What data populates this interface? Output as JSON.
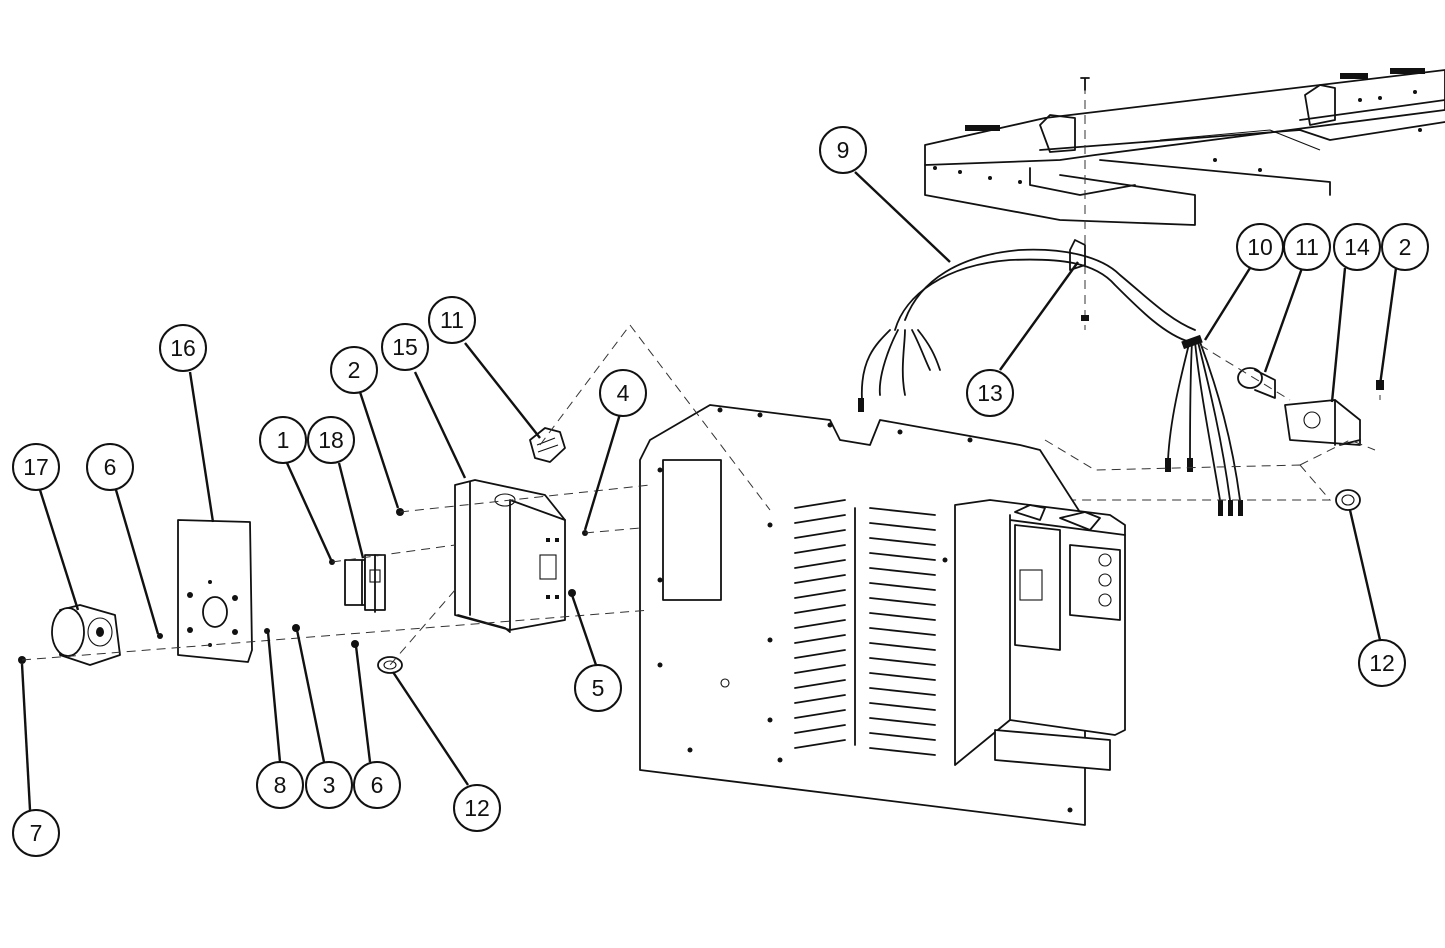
{
  "callouts": [
    {
      "id": "9",
      "label": "9"
    },
    {
      "id": "10",
      "label": "10"
    },
    {
      "id": "11a",
      "label": "11"
    },
    {
      "id": "14",
      "label": "14"
    },
    {
      "id": "2a",
      "label": "2"
    },
    {
      "id": "16",
      "label": "16"
    },
    {
      "id": "15",
      "label": "15"
    },
    {
      "id": "11b",
      "label": "11"
    },
    {
      "id": "2b",
      "label": "2"
    },
    {
      "id": "4",
      "label": "4"
    },
    {
      "id": "13",
      "label": "13"
    },
    {
      "id": "1",
      "label": "1"
    },
    {
      "id": "18",
      "label": "18"
    },
    {
      "id": "17",
      "label": "17"
    },
    {
      "id": "6a",
      "label": "6"
    },
    {
      "id": "5",
      "label": "5"
    },
    {
      "id": "12a",
      "label": "12"
    },
    {
      "id": "8",
      "label": "8"
    },
    {
      "id": "3",
      "label": "3"
    },
    {
      "id": "6b",
      "label": "6"
    },
    {
      "id": "12b",
      "label": "12"
    },
    {
      "id": "7",
      "label": "7"
    }
  ]
}
